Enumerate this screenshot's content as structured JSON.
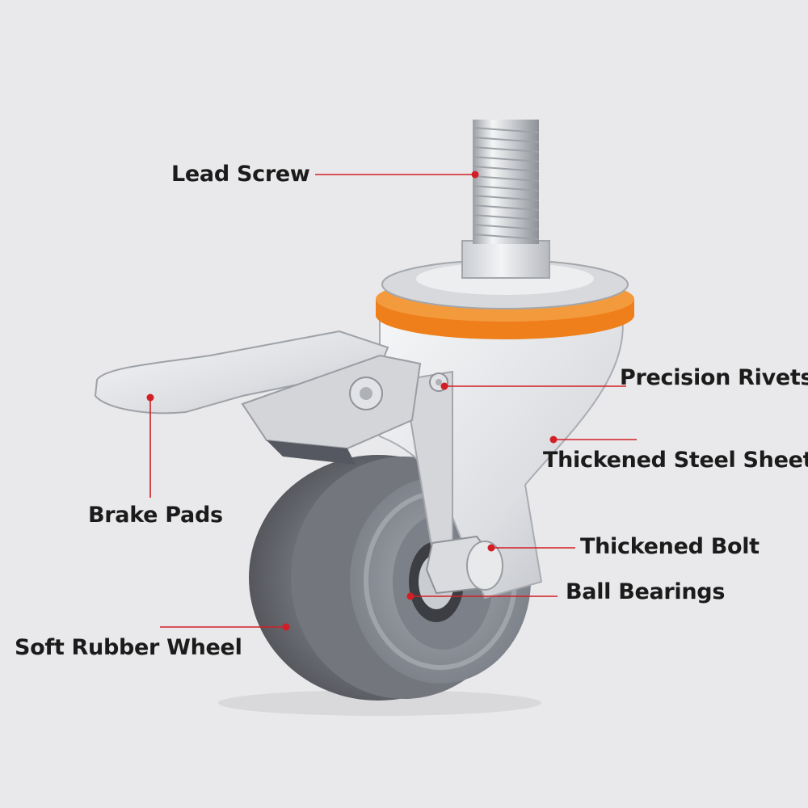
{
  "colors": {
    "background": "#e9e9eb",
    "leader": "#d21f26",
    "label_text": "#1b1b1b",
    "ring": "#ee7f1a",
    "tire": "#6f7178",
    "hub": "#8b8f98"
  },
  "labels": {
    "lead_screw": "Lead Screw",
    "precision_rivets": "Precision Rivets",
    "thickened_steel_sheet": "Thickened Steel Sheet",
    "brake_pads": "Brake Pads",
    "thickened_bolt": "Thickened Bolt",
    "ball_bearings": "Ball Bearings",
    "soft_rubber_wheel": "Soft Rubber Wheel"
  }
}
